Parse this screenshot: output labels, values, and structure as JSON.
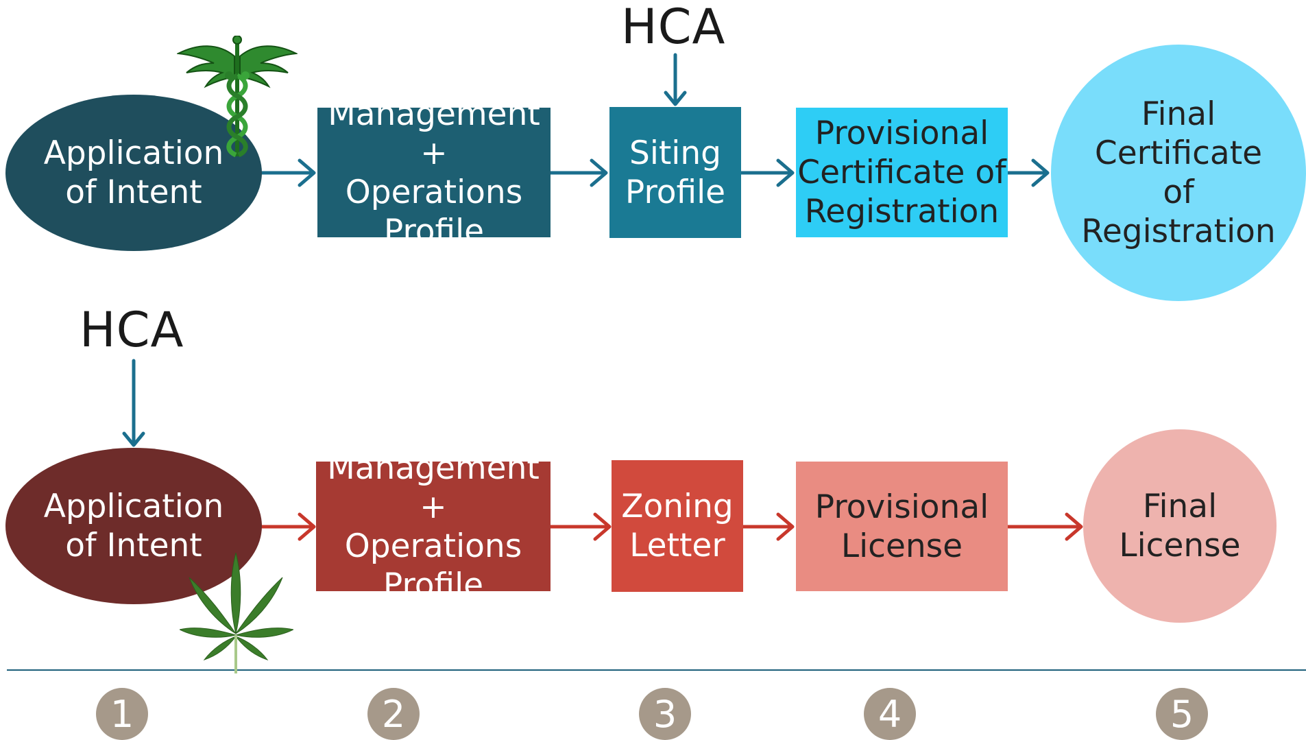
{
  "colors": {
    "blue_arrow": "#1b6f8e",
    "red_arrow": "#c8372b",
    "baseline": "#1c5f7a",
    "step_badge": "#a6998a"
  },
  "top_row": {
    "hca_label": "HCA",
    "icon": "caduceus-icon",
    "nodes": [
      {
        "label": "Application\nof Intent",
        "shape": "ellipse",
        "color": "#1f4e5d"
      },
      {
        "label": "Management +\nOperations\nProfile",
        "shape": "rect",
        "color": "#1d5f72"
      },
      {
        "label": "Siting\nProfile",
        "shape": "rect",
        "color": "#1a7a94"
      },
      {
        "label": "Provisional\nCertificate of\nRegistration",
        "shape": "rect",
        "color": "#2ecdf5"
      },
      {
        "label": "Final\nCertificate\nof\nRegistration",
        "shape": "ellipse",
        "color": "#79ddfb"
      }
    ]
  },
  "bottom_row": {
    "hca_label": "HCA",
    "icon": "cannabis-leaf-icon",
    "nodes": [
      {
        "label": "Application\nof Intent",
        "shape": "ellipse",
        "color": "#6e2c2a"
      },
      {
        "label": "Management +\nOperations\nProfile",
        "shape": "rect",
        "color": "#a63a33"
      },
      {
        "label": "Zoning\nLetter",
        "shape": "rect",
        "color": "#d14a3d"
      },
      {
        "label": "Provisional\nLicense",
        "shape": "rect",
        "color": "#e98c82"
      },
      {
        "label": "Final\nLicense",
        "shape": "ellipse",
        "color": "#eeb3ae"
      }
    ]
  },
  "steps": [
    "1",
    "2",
    "3",
    "4",
    "5"
  ]
}
